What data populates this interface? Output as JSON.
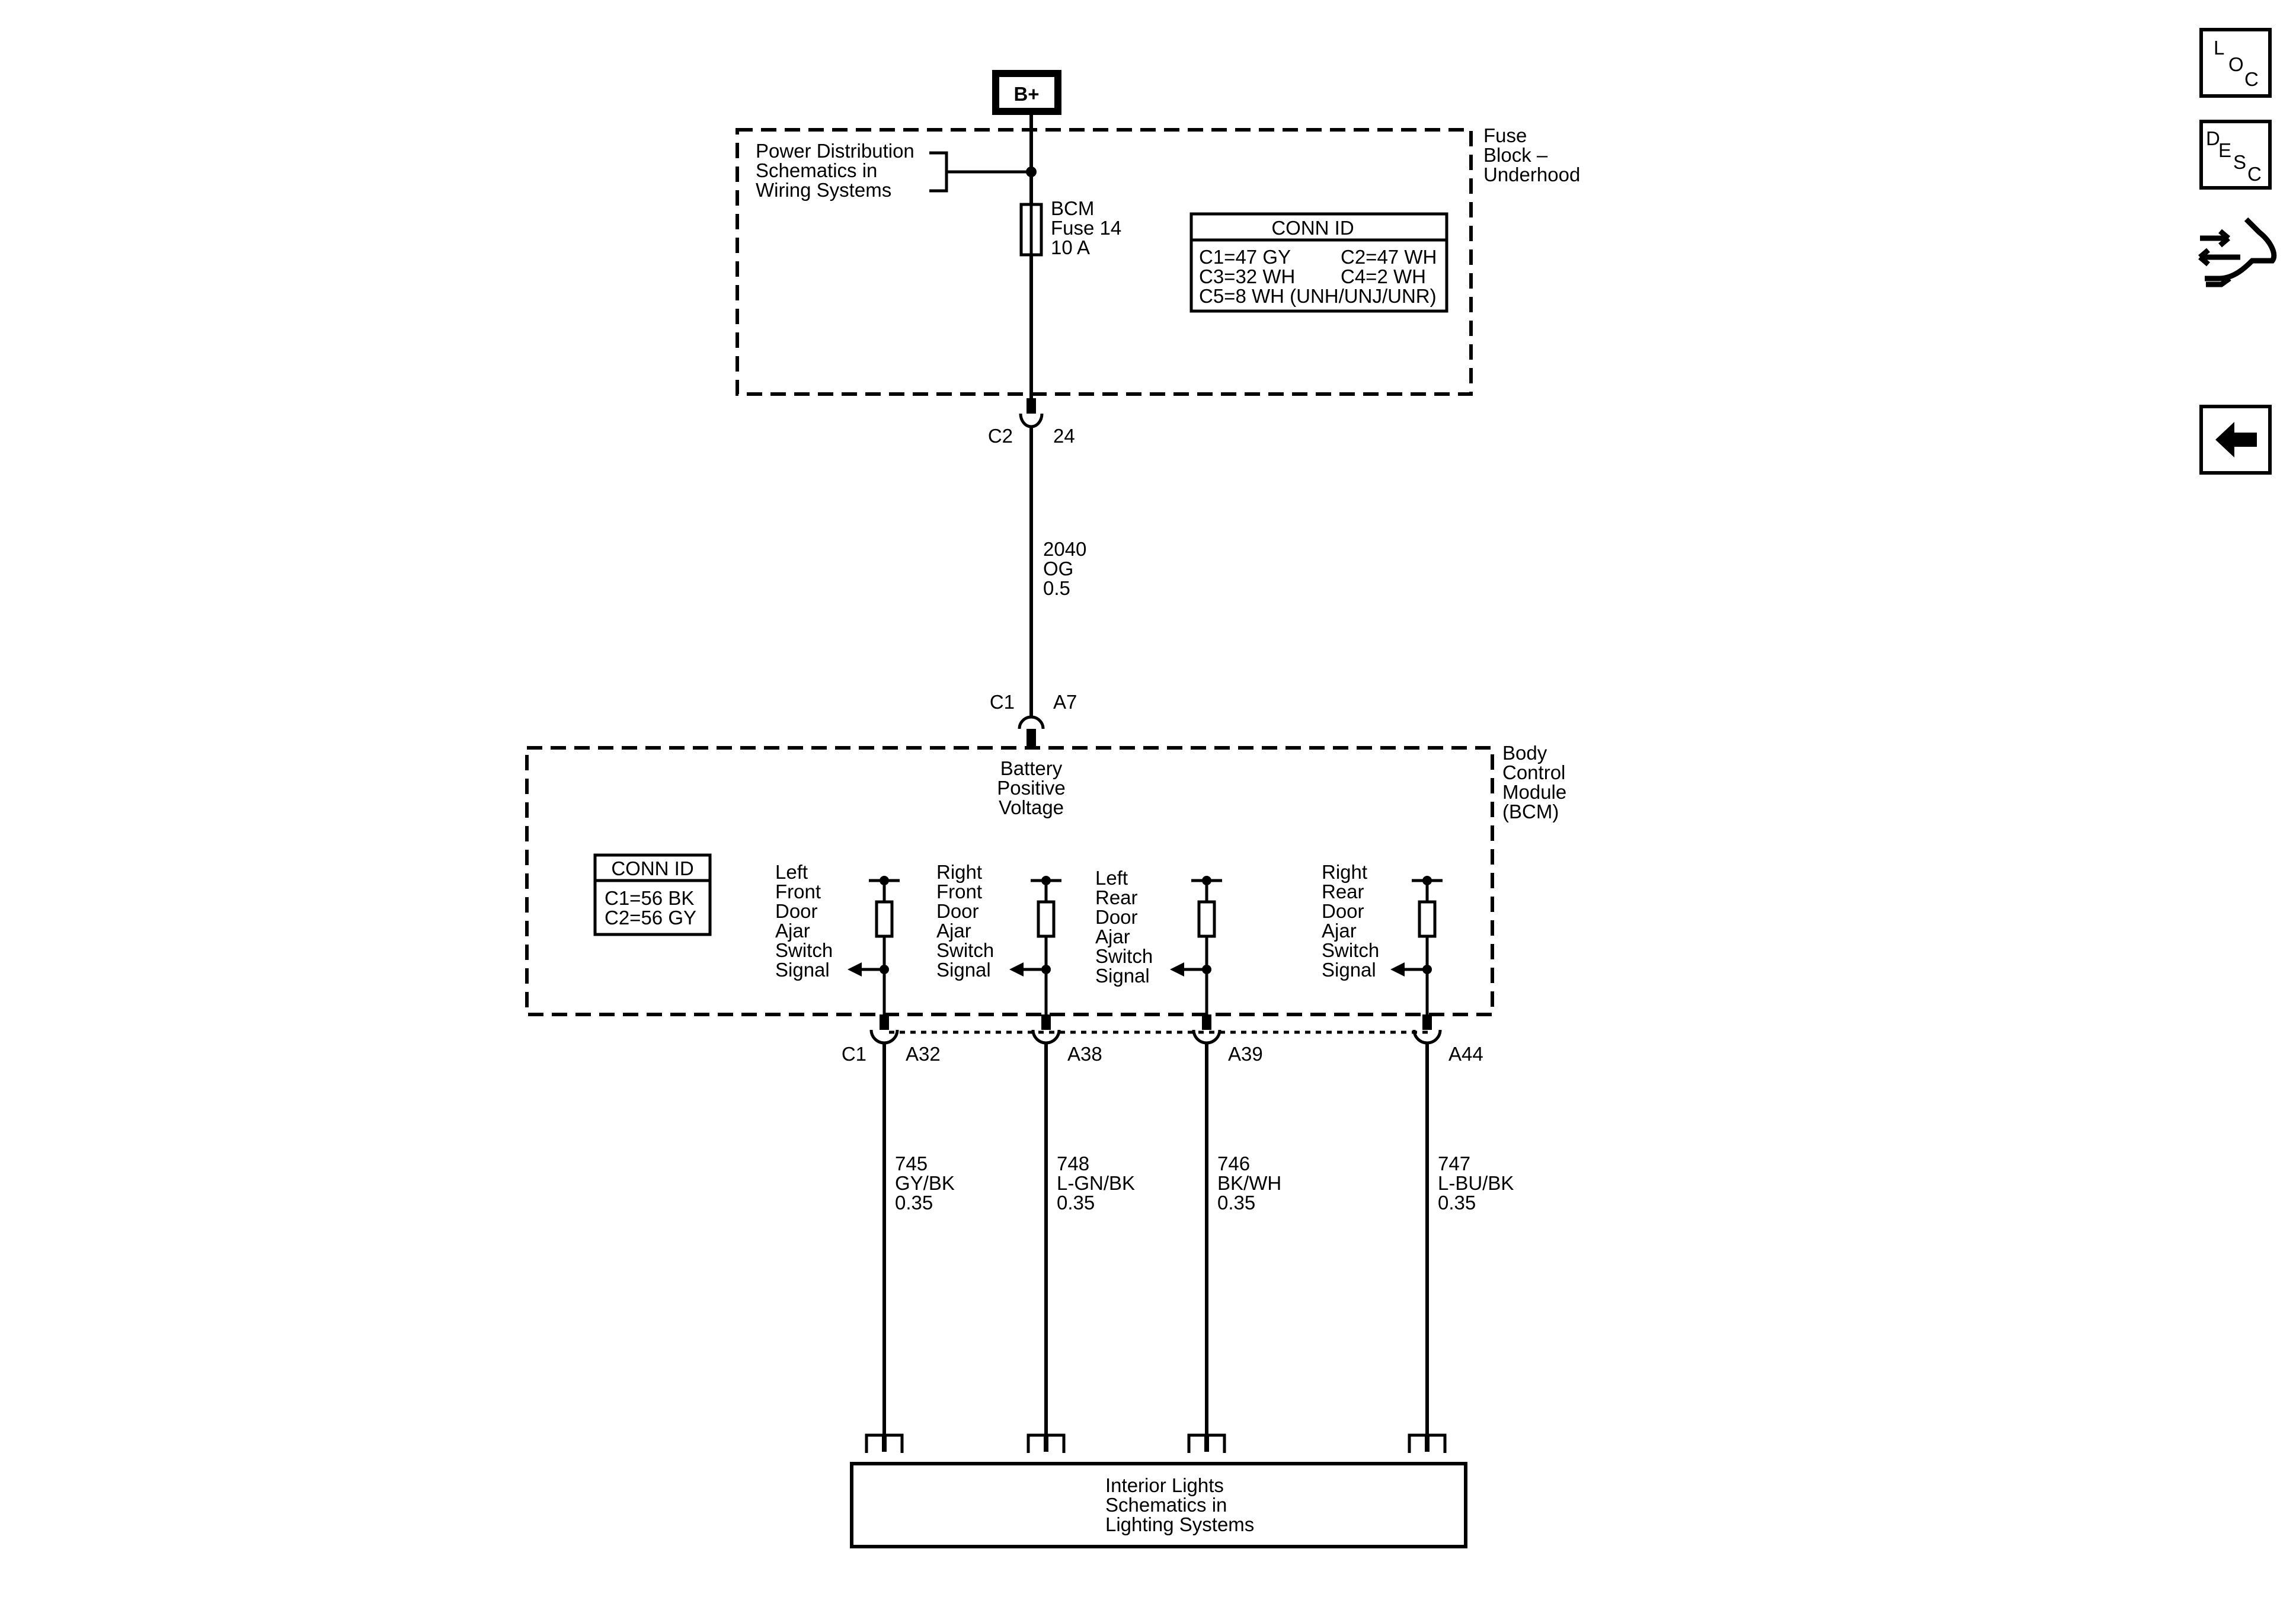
{
  "supply": {
    "label": "B+"
  },
  "fuse_block": {
    "name": [
      "Fuse",
      "Block –",
      "Underhood"
    ],
    "power_ref": [
      "Power Distribution",
      "Schematics in",
      "Wiring Systems"
    ],
    "fuse": [
      "BCM",
      "Fuse 14",
      "10 A"
    ],
    "conn_id": {
      "header": "CONN ID",
      "rows": [
        [
          "C1=47 GY",
          "C2=47 WH"
        ],
        [
          "C3=32 WH",
          "C4=2 WH"
        ],
        [
          "C5=8 WH (UNH/UNJ/UNR)",
          ""
        ]
      ]
    },
    "out_connector": {
      "conn": "C2",
      "pin": "24"
    }
  },
  "feed_wire": {
    "circuit": "2040",
    "color": "OG",
    "gauge": "0.5"
  },
  "bcm": {
    "name": [
      "Body",
      "Control",
      "Module",
      "(BCM)"
    ],
    "in_connector": {
      "conn": "C1",
      "pin": "A7"
    },
    "input_label": [
      "Battery",
      "Positive",
      "Voltage"
    ],
    "conn_id": {
      "header": "CONN ID",
      "rows": [
        "C1=56 BK",
        "C2=56 GY"
      ]
    },
    "signals": [
      {
        "label": [
          "Left",
          "Front",
          "Door",
          "Ajar",
          "Switch",
          "Signal"
        ],
        "conn": "C1",
        "pin": "A32",
        "circuit": "745",
        "color": "GY/BK",
        "gauge": "0.35"
      },
      {
        "label": [
          "Right",
          "Front",
          "Door",
          "Ajar",
          "Switch",
          "Signal"
        ],
        "conn": "",
        "pin": "A38",
        "circuit": "748",
        "color": "L-GN/BK",
        "gauge": "0.35"
      },
      {
        "label": [
          "Left",
          "Rear",
          "Door",
          "Ajar",
          "Switch",
          "Signal"
        ],
        "conn": "",
        "pin": "A39",
        "circuit": "746",
        "color": "BK/WH",
        "gauge": "0.35"
      },
      {
        "label": [
          "Right",
          "Rear",
          "Door",
          "Ajar",
          "Switch",
          "Signal"
        ],
        "conn": "",
        "pin": "A44",
        "circuit": "747",
        "color": "L-BU/BK",
        "gauge": "0.35"
      }
    ]
  },
  "destination": {
    "label": [
      "Interior Lights",
      "Schematics in",
      "Lighting Systems"
    ]
  },
  "nav": {
    "loc": [
      "L",
      "O",
      "C"
    ],
    "desc": [
      "D",
      "E",
      "S",
      "C"
    ],
    "icons": [
      "troubleshooting-icon",
      "back-arrow-icon"
    ]
  }
}
